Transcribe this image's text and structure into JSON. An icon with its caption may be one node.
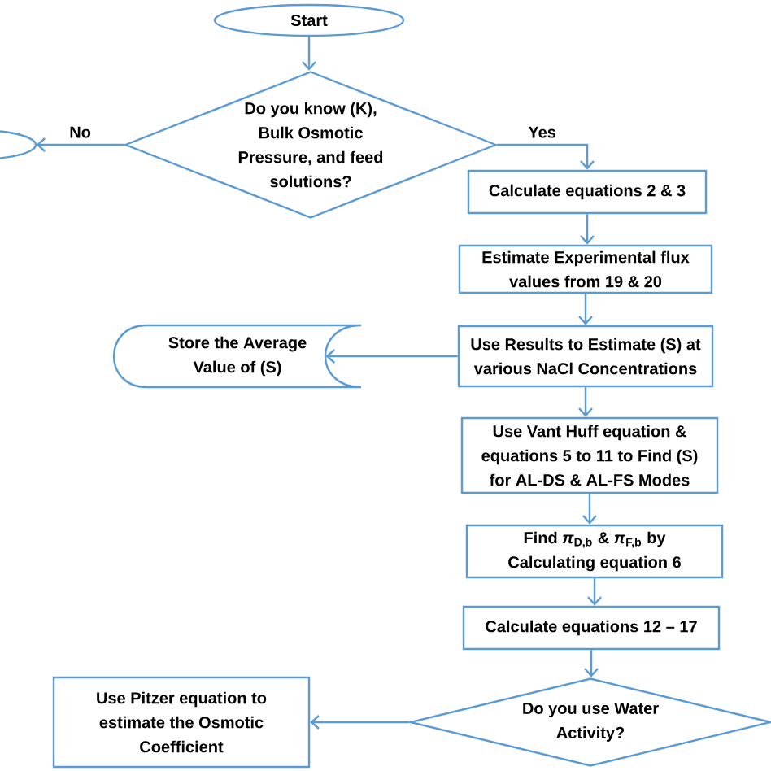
{
  "diagram": {
    "nodes": [
      {
        "text": [
          "Start"
        ]
      },
      {
        "text": [
          "Do you know (K), Bulk Osmotic Pressure, and feed solutions?"
        ]
      },
      {
        "text": [],
        "shape": "oval"
      },
      {
        "text": [
          "Calculate equations 2 & 3"
        ]
      },
      {
        "text": [
          "Estimate Experimental flux values from 19 & 20"
        ]
      },
      {
        "text": [
          "Store the Average Value of (S)"
        ]
      },
      {
        "text": [
          "Use Results to Estimate (S) at various NaCl Concentrations"
        ]
      },
      {
        "text": [
          "Use Vant Huff equation & equations 5 to 11 to Find (S) for AL-DS & AL-FS Modes"
        ]
      },
      {
        "text": [
          "Find *π*$_{D,b}$ & *π*$_{F,b}$ by Calculating equation 6"
        ]
      },
      {
        "text": [
          "Calculate equations 12 – 17"
        ]
      },
      {
        "text": [
          "Use Pitzer equation to estimate the Osmotic Coefficient"
        ]
      },
      {
        "text": [
          "Do you use Water Activity?"
        ]
      }
    ],
    "edges": [
      {
        "from": 0,
        "to": 1,
        "arrow": "to"
      },
      {
        "from": 1,
        "to": 2,
        "arrow": "to",
        "label": "No"
      },
      {
        "from": 1,
        "to": 3,
        "arrow": "to",
        "label": "Yes"
      },
      {
        "from": 3,
        "to": 4,
        "arrow": "to"
      },
      {
        "from": 4,
        "to": 6,
        "arrow": "to"
      },
      {
        "from": 6,
        "to": 5,
        "arrow": "to"
      },
      {
        "from": 6,
        "to": 7,
        "arrow": "to"
      },
      {
        "from": 7,
        "to": 8,
        "arrow": "to"
      },
      {
        "from": 8,
        "to": 9,
        "arrow": "to"
      },
      {
        "from": 9,
        "to": 11,
        "arrow": "to"
      },
      {
        "from": 11,
        "to": 10,
        "arrow": "to"
      }
    ]
  }
}
